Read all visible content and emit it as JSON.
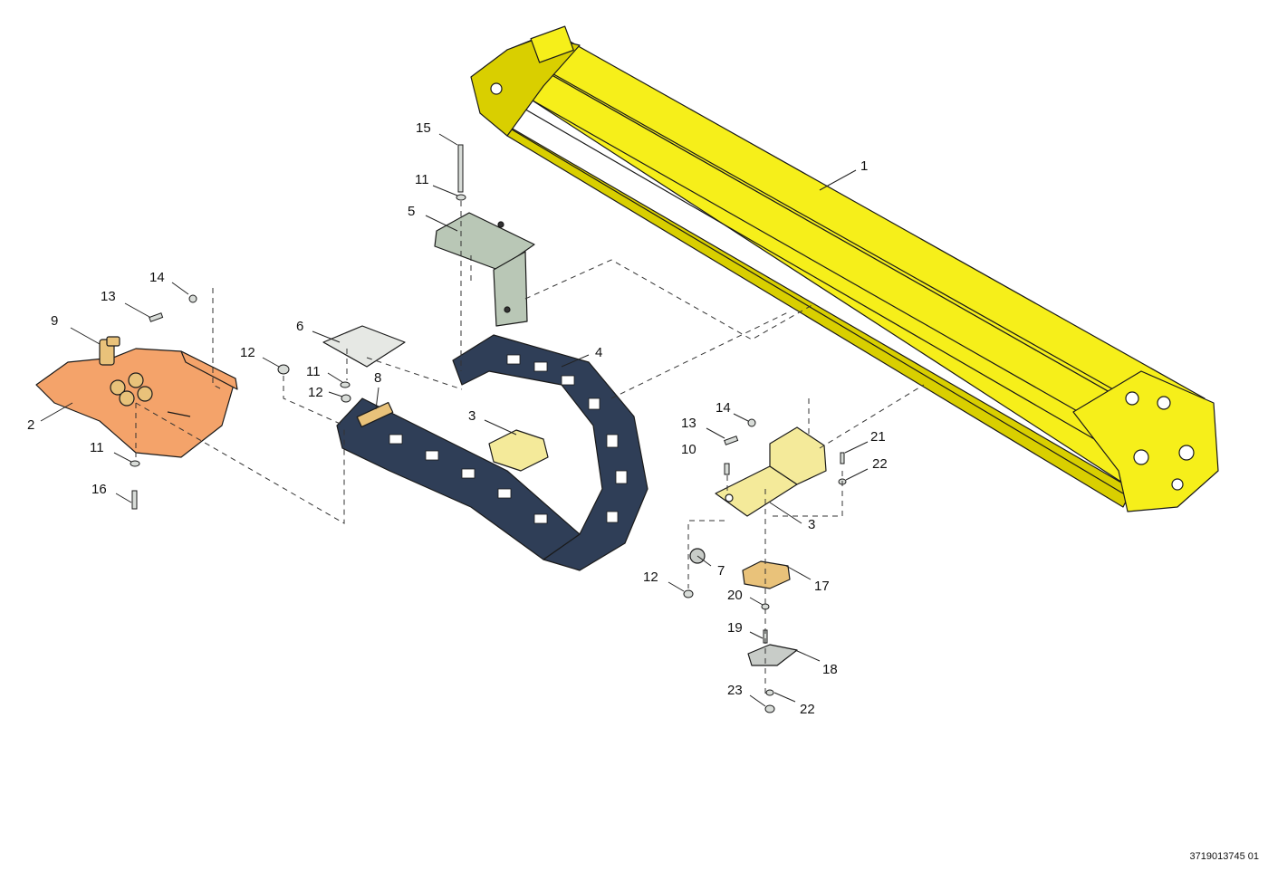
{
  "colors": {
    "beam": "#f6ef1a",
    "beam_shade": "#d9cf00",
    "orange_plate": "#f4a36a",
    "green_bracket": "#b9c7b6",
    "small_plate": "#e6e8e4",
    "chain": "#2f3e57",
    "chain_light": "#5a6d8c",
    "yellow_bracket": "#f4ea9a",
    "brass": "#e9c27a",
    "grey_part": "#c8ccc8"
  },
  "callouts": [
    {
      "id": "c1",
      "label": "1"
    },
    {
      "id": "c2",
      "label": "2"
    },
    {
      "id": "c3a",
      "label": "3"
    },
    {
      "id": "c3b",
      "label": "3"
    },
    {
      "id": "c4",
      "label": "4"
    },
    {
      "id": "c5",
      "label": "5"
    },
    {
      "id": "c6",
      "label": "6"
    },
    {
      "id": "c7",
      "label": "7"
    },
    {
      "id": "c8",
      "label": "8"
    },
    {
      "id": "c9",
      "label": "9"
    },
    {
      "id": "c10",
      "label": "10"
    },
    {
      "id": "c11a",
      "label": "11"
    },
    {
      "id": "c11b",
      "label": "11"
    },
    {
      "id": "c11c",
      "label": "11"
    },
    {
      "id": "c12a",
      "label": "12"
    },
    {
      "id": "c12b",
      "label": "12"
    },
    {
      "id": "c12c",
      "label": "12"
    },
    {
      "id": "c13a",
      "label": "13"
    },
    {
      "id": "c13b",
      "label": "13"
    },
    {
      "id": "c14a",
      "label": "14"
    },
    {
      "id": "c14b",
      "label": "14"
    },
    {
      "id": "c15",
      "label": "15"
    },
    {
      "id": "c16",
      "label": "16"
    },
    {
      "id": "c17",
      "label": "17"
    },
    {
      "id": "c18",
      "label": "18"
    },
    {
      "id": "c19",
      "label": "19"
    },
    {
      "id": "c20",
      "label": "20"
    },
    {
      "id": "c21",
      "label": "21"
    },
    {
      "id": "c22a",
      "label": "22"
    },
    {
      "id": "c22b",
      "label": "22"
    },
    {
      "id": "c23",
      "label": "23"
    }
  ],
  "document_number": "3719013745 01"
}
